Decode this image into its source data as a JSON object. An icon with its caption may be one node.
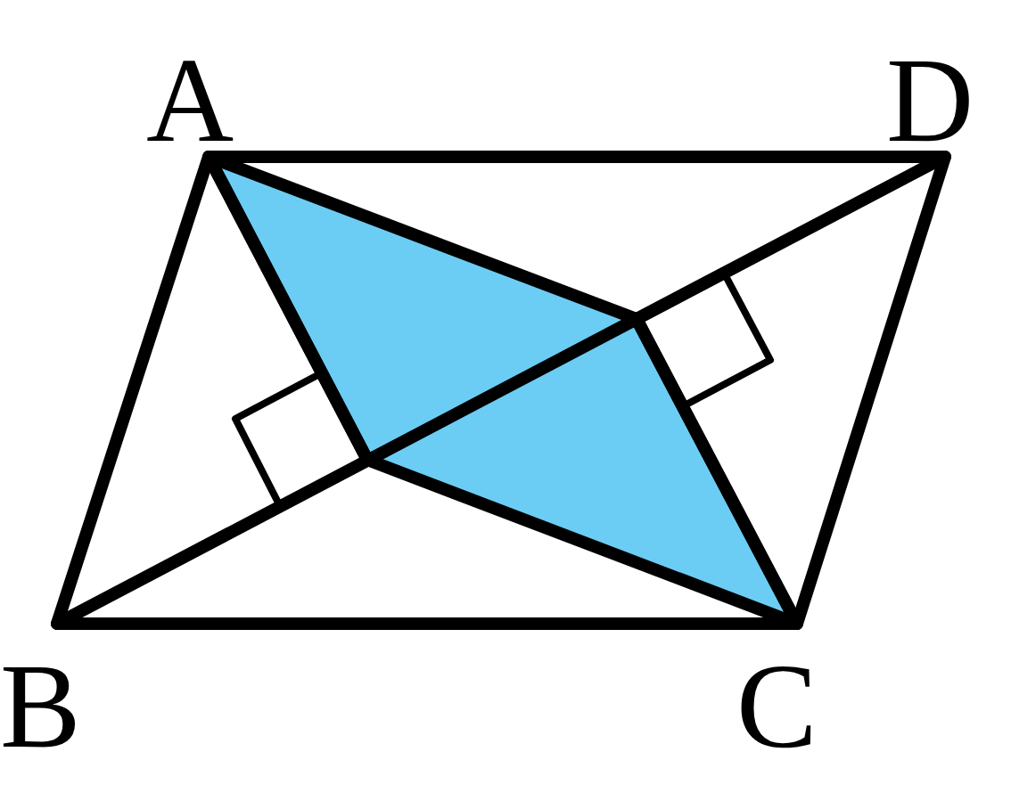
{
  "diagram": {
    "labels": [
      "A",
      "D",
      "B",
      "C"
    ]
  }
}
